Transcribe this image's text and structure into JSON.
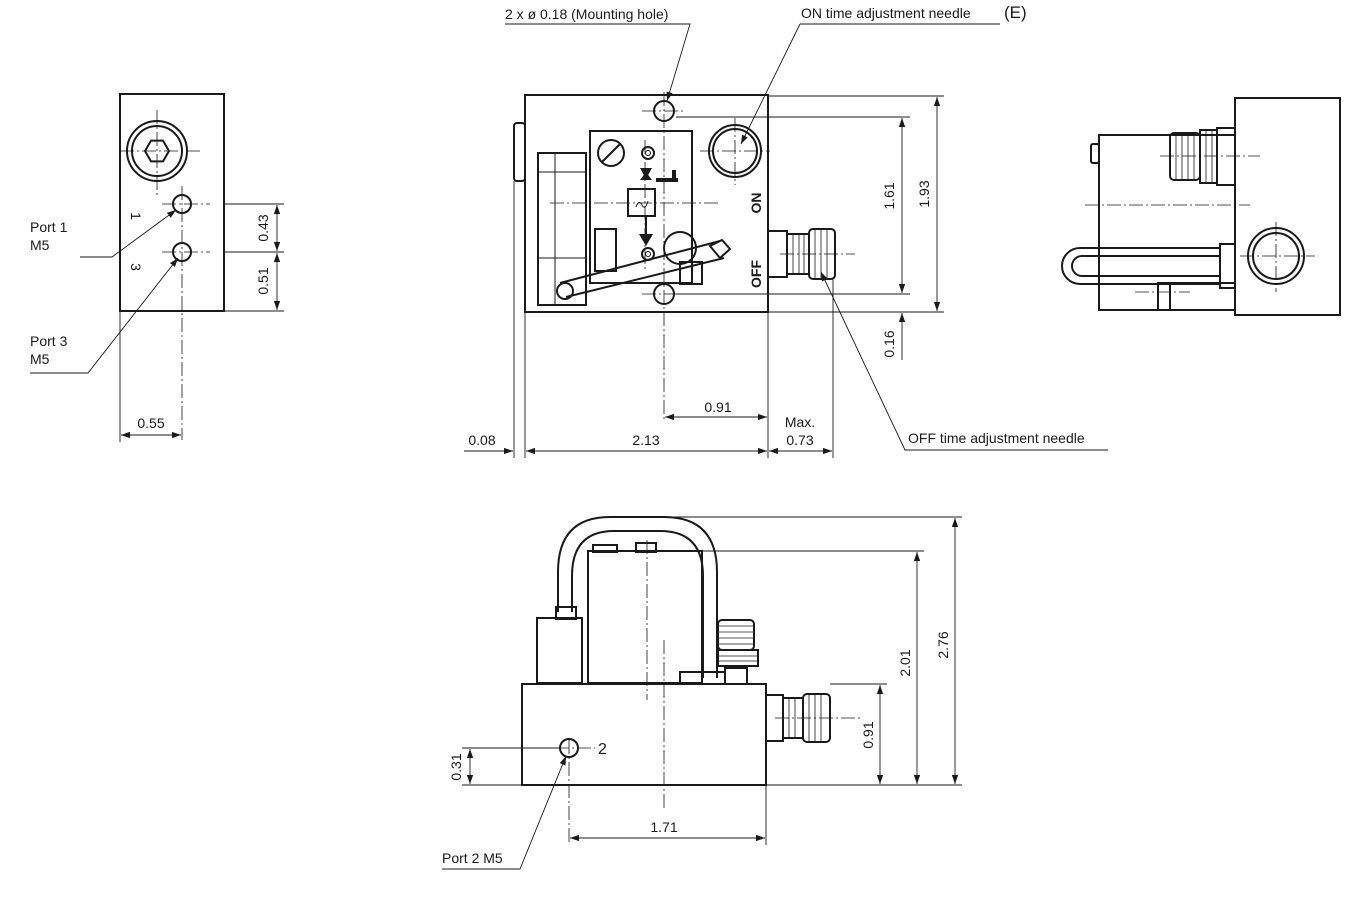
{
  "labels": {
    "port1_name": "Port 1",
    "port1_thread": "M5",
    "port3_name": "Port 3",
    "port3_thread": "M5",
    "port_num_1": "1",
    "port_num_3": "3",
    "mounting_hole": "2 x ø 0.18 (Mounting hole)",
    "on_needle": "ON time adjustment needle",
    "on_needle_tag": "(E)",
    "off_needle": "OFF time adjustment needle",
    "on_mark": "ON",
    "off_mark": "OFF",
    "port2": "Port 2 M5",
    "port_num_2": "2",
    "max": "Max."
  },
  "dimensions": {
    "d043": "0.43",
    "d051": "0.51",
    "d055": "0.55",
    "d161": "1.61",
    "d193": "1.93",
    "d016": "0.16",
    "d091_top": "0.91",
    "d008": "0.08",
    "d213": "2.13",
    "d073": "0.73",
    "d201": "2.01",
    "d276": "2.76",
    "d091_side": "0.91",
    "d031": "0.31",
    "d171": "1.71"
  }
}
